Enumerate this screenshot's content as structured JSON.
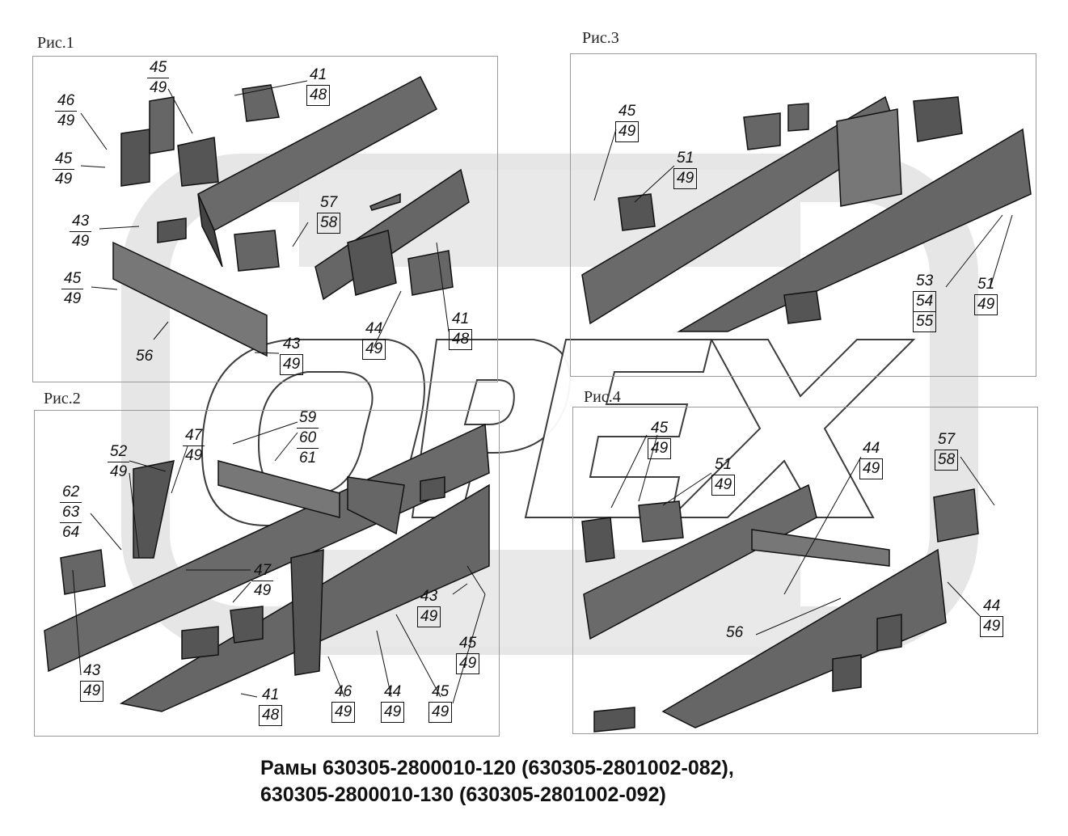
{
  "figures": [
    {
      "label": "Рис.1"
    },
    {
      "label": "Рис.2"
    },
    {
      "label": "Рис.3"
    },
    {
      "label": "Рис.4"
    }
  ],
  "watermark": "OPEX",
  "callouts": {
    "fig1": [
      [
        "45",
        "49"
      ],
      [
        "41",
        "48"
      ],
      [
        "46",
        "49"
      ],
      [
        "45",
        "49"
      ],
      [
        "57",
        "58"
      ],
      [
        "43",
        "49"
      ],
      [
        "45",
        "49"
      ],
      [
        "41",
        "48"
      ],
      [
        "44",
        "49"
      ],
      [
        "43",
        "49"
      ]
    ],
    "fig1_plain": "56",
    "fig2": [
      [
        "59",
        "60",
        "61"
      ],
      [
        "47",
        "49"
      ],
      [
        "52",
        "49"
      ],
      [
        "62",
        "63",
        "64"
      ],
      [
        "47",
        "49"
      ],
      [
        "43",
        "49"
      ],
      [
        "45",
        "49"
      ],
      [
        "43",
        "49"
      ],
      [
        "41",
        "48"
      ],
      [
        "46",
        "49"
      ],
      [
        "44",
        "49"
      ],
      [
        "45",
        "49"
      ]
    ],
    "fig3": [
      [
        "45",
        "49"
      ],
      [
        "51",
        "49"
      ],
      [
        "53",
        "54",
        "55"
      ],
      [
        "51",
        "49"
      ]
    ],
    "fig4": [
      [
        "45",
        "49"
      ],
      [
        "51",
        "49"
      ],
      [
        "44",
        "49"
      ],
      [
        "57",
        "58"
      ],
      [
        "44",
        "49"
      ]
    ],
    "fig4_plain": "56"
  },
  "title": {
    "line1": "Рамы 630305-2800010-120 (630305-2801002-082),",
    "line2": "630305-2800010-130 (630305-2801002-092)"
  }
}
